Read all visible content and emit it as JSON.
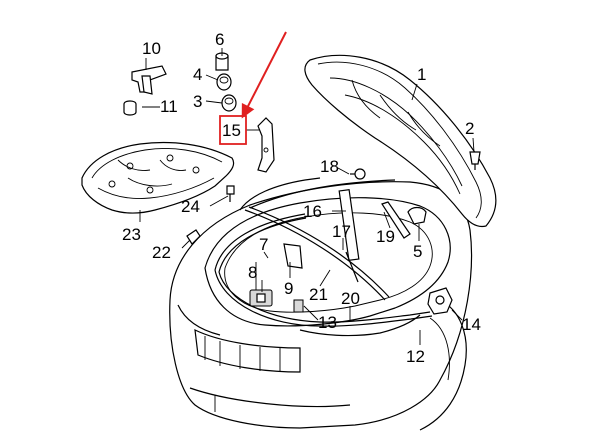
{
  "diagram": {
    "callouts": [
      "1",
      "2",
      "3",
      "4",
      "5",
      "6",
      "7",
      "8",
      "9",
      "10",
      "11",
      "12",
      "13",
      "14",
      "15",
      "16",
      "17",
      "18",
      "19",
      "20",
      "21",
      "22",
      "23",
      "24"
    ],
    "highlighted_callout": "15",
    "highlight_color": "#e02020"
  }
}
